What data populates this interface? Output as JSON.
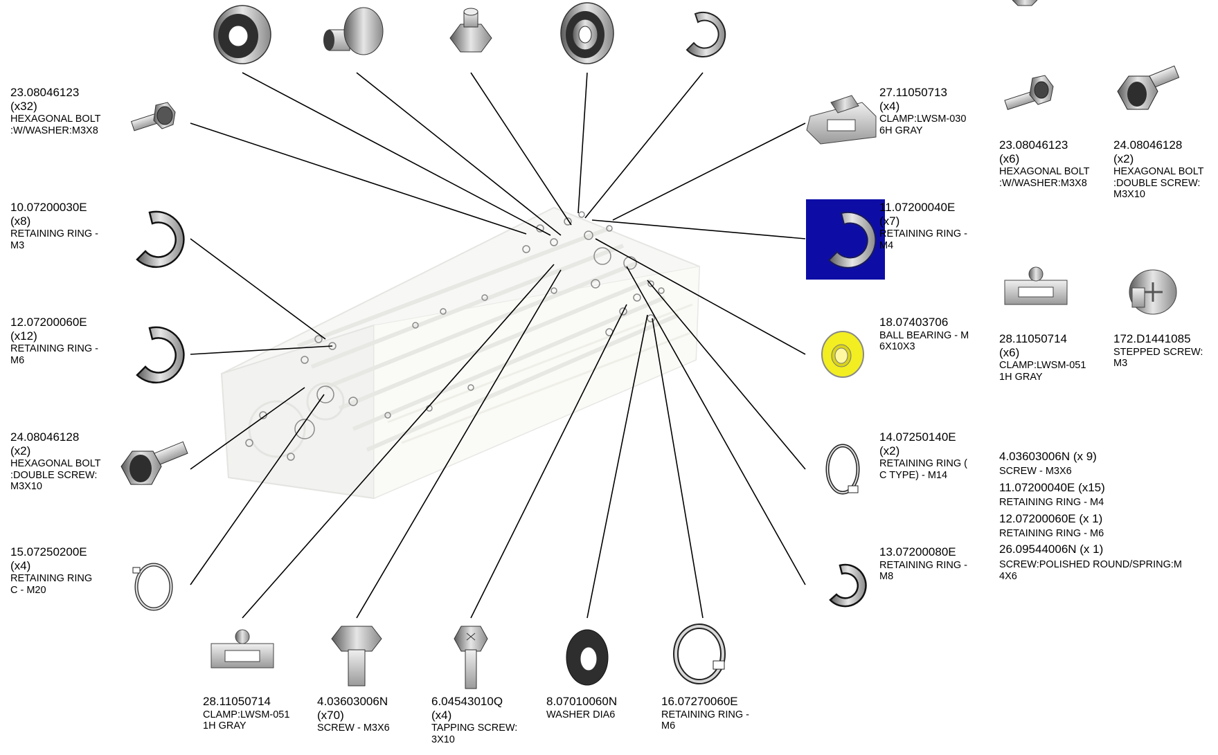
{
  "labels": [
    {
      "id": "l1",
      "pn": "23.08046123",
      "qty": "(x32)",
      "desc": "HEXAGONAL BOLT\n:W/WASHER:M3X8",
      "icon": "hex-bolt-icon"
    },
    {
      "id": "l2",
      "pn": "10.07200030E",
      "qty": "(x8)",
      "desc": "RETAINING RING -\nM3",
      "icon": "e-ring-icon"
    },
    {
      "id": "l3",
      "pn": "12.07200060E",
      "qty": "(x12)",
      "desc": "RETAINING RING -\nM6",
      "icon": "e-ring-icon"
    },
    {
      "id": "l4",
      "pn": "24.08046128",
      "qty": "(x2)",
      "desc": "HEXAGONAL BOLT\n:DOUBLE SCREW:\nM3X10",
      "icon": "hex-bolt-icon"
    },
    {
      "id": "l5",
      "pn": "15.07250200E",
      "qty": "(x4)",
      "desc": "RETAINING RING\nC - M20",
      "icon": "c-ring-icon"
    },
    {
      "id": "l6",
      "pn": "28.11050714",
      "qty": "",
      "desc": "CLAMP:LWSM-051\n1H GRAY",
      "icon": "clamp-icon"
    },
    {
      "id": "l7",
      "pn": "4.03603006N",
      "qty": "(x70)",
      "desc": "SCREW - M3X6",
      "icon": "screw-icon"
    },
    {
      "id": "l8",
      "pn": "6.04543010Q",
      "qty": "(x4)",
      "desc": "TAPPING SCREW:\n3X10",
      "icon": "tapping-screw-icon"
    },
    {
      "id": "l9",
      "pn": "8.07010060N",
      "qty": "",
      "desc": "WASHER DIA6",
      "icon": "washer-icon"
    },
    {
      "id": "l10",
      "pn": "16.07270060E",
      "qty": "",
      "desc": "RETAINING RING -\nM6",
      "icon": "c-ring-icon"
    },
    {
      "id": "l11",
      "pn": "27.11050713",
      "qty": "(x4)",
      "desc": "CLAMP:LWSM-030\n6H GRAY",
      "icon": "clamp-icon"
    },
    {
      "id": "l12",
      "pn": "11.07200040E",
      "qty": "(x7)",
      "desc": "RETAINING RING -\nM4",
      "icon": "e-ring-icon"
    },
    {
      "id": "l13",
      "pn": "18.07403706",
      "qty": "",
      "desc": "BALL BEARING - M\n6X10X3",
      "icon": "ball-bearing-icon"
    },
    {
      "id": "l14",
      "pn": "14.07250140E",
      "qty": "(x2)",
      "desc": "RETAINING RING (\nC TYPE) - M14",
      "icon": "c-ring-icon"
    },
    {
      "id": "l15",
      "pn": "13.07200080E",
      "qty": "",
      "desc": "RETAINING RING -\nM8",
      "icon": "e-ring-icon"
    },
    {
      "id": "l16",
      "pn": "23.08046123",
      "qty": "(x6)",
      "desc": "HEXAGONAL BOLT\n:W/WASHER:M3X8",
      "icon": "hex-bolt-icon"
    },
    {
      "id": "l17",
      "pn": "24.08046128",
      "qty": "(x2)",
      "desc": "HEXAGONAL BOLT\n:DOUBLE SCREW:\nM3X10",
      "icon": "hex-bolt-icon"
    },
    {
      "id": "l18",
      "pn": "28.11050714",
      "qty": "(x6)",
      "desc": "CLAMP:LWSM-051\n1H GRAY",
      "icon": "clamp-icon"
    },
    {
      "id": "l19",
      "pn": "172.D1441085",
      "qty": "",
      "desc": "STEPPED SCREW:\nM3",
      "icon": "stepped-screw-icon"
    }
  ],
  "misc_parts": [
    {
      "pn": "4.03603006N (x 9)",
      "desc": "SCREW - M3X6"
    },
    {
      "pn": "11.07200040E (x15)",
      "desc": "RETAINING RING - M4"
    },
    {
      "pn": "12.07200060E (x 1)",
      "desc": "RETAINING RING - M6"
    },
    {
      "pn": "26.09544006N (x 1)",
      "desc": "SCREW:POLISHED ROUND/SPRING:M\n4X6"
    }
  ],
  "top_row_parts": [
    "bushing-icon",
    "stepped-collar-icon",
    "nut-standoff-icon",
    "flanged-bushing-icon",
    "e-ring-icon"
  ],
  "colors": {
    "line": "#000000",
    "highlight": "#0d0da6",
    "bearing": "#f2ee22",
    "part_gray": "#cfcfcf",
    "part_dark": "#3a3a3a"
  }
}
